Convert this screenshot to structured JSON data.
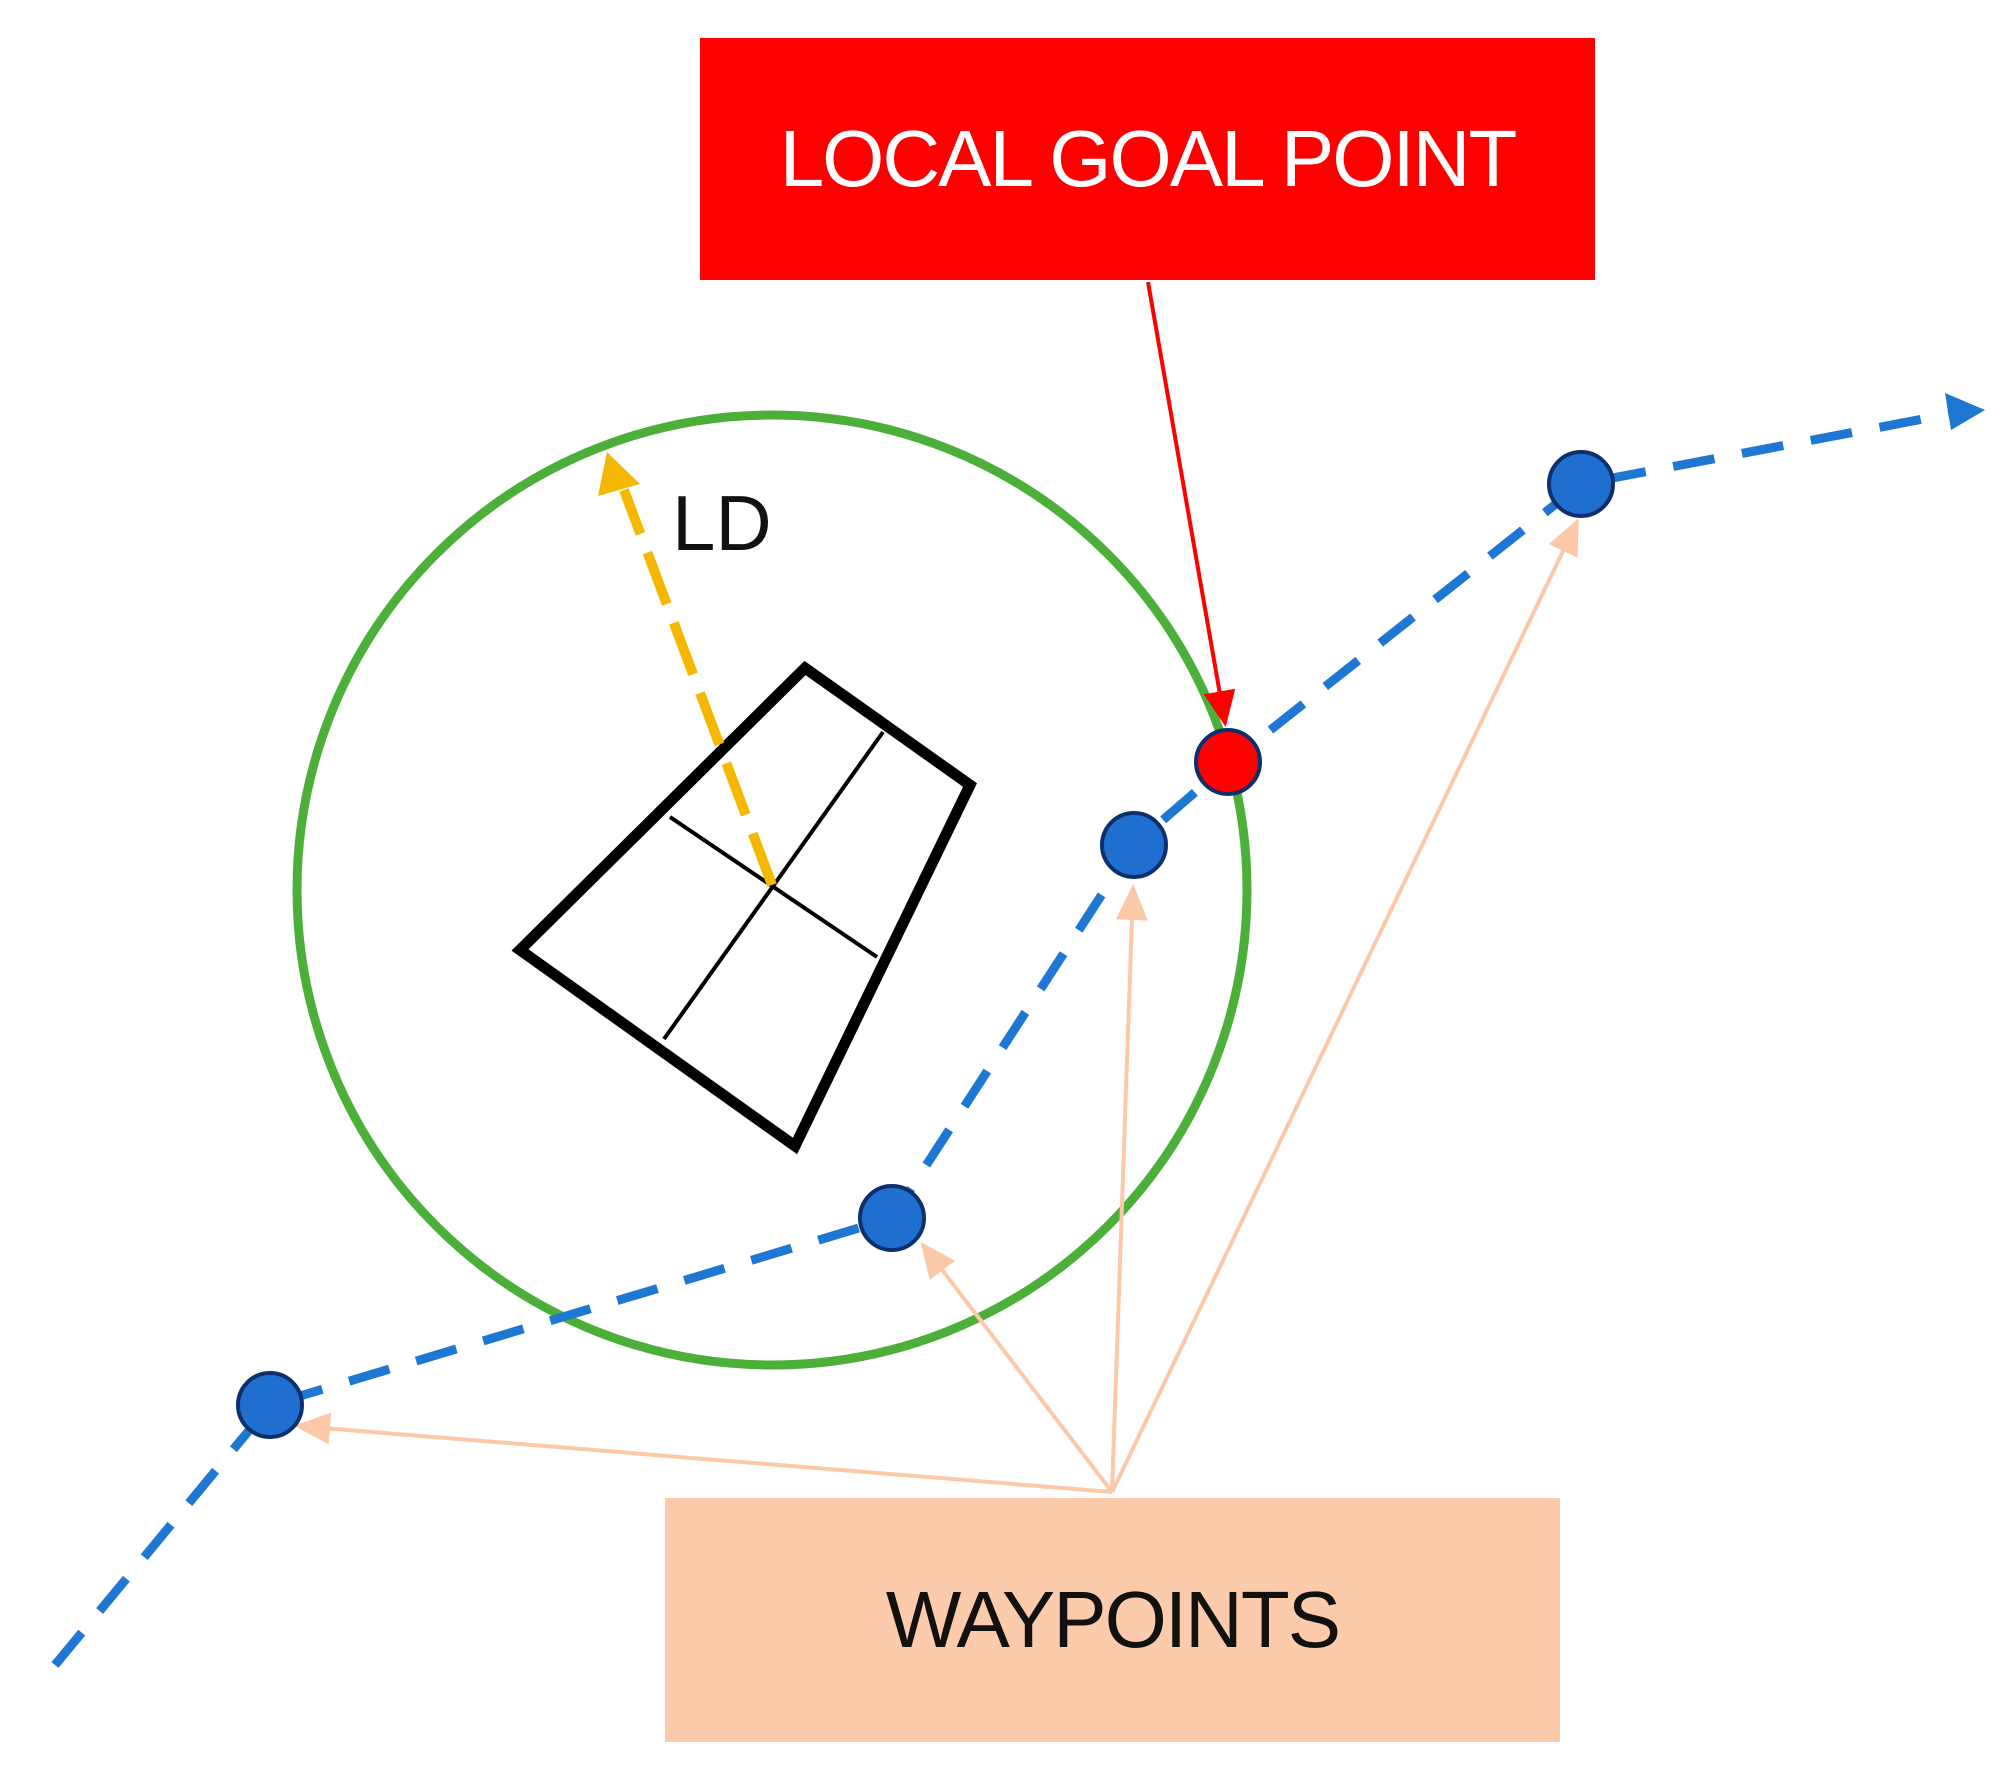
{
  "labels": {
    "local_goal_point": "LOCAL GOAL POINT",
    "waypoints": "WAYPOINTS",
    "lookahead": "LD"
  },
  "colors": {
    "path": "#1f77d4",
    "waypoint_fill": "#1e6fd0",
    "waypoint_stroke": "#0d2f6b",
    "goal_fill": "#ff0000",
    "circle": "#4caf3a",
    "lookahead_arrow": "#f5b800",
    "goal_box": "#ff0000",
    "goal_pointer": "#ff0000",
    "waypoint_box": "#fccbab",
    "waypoint_pointer": "#fbc9a8",
    "vehicle": "#000000"
  }
}
